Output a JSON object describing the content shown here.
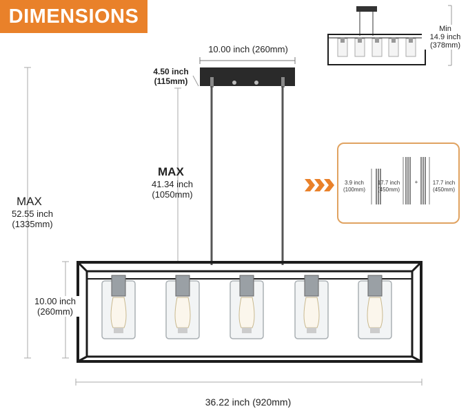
{
  "banner": {
    "title": "DIMENSIONS"
  },
  "colors": {
    "accent": "#e9812a",
    "frame": "#1c1c1c"
  },
  "dimensions": {
    "canopy_width": {
      "line1": "10.00 inch",
      "line2": "(260mm)",
      "combined": "10.00 inch (260mm)"
    },
    "canopy_height": {
      "line1": "4.50 inch",
      "line2": "(115mm)"
    },
    "rod_max": {
      "label": "MAX",
      "line1": "41.34 inch",
      "line2": "(1050mm)"
    },
    "overall_max": {
      "label": "MAX",
      "line1": "52.55 inch",
      "line2": "(1335mm)"
    },
    "fixture_height": {
      "line1": "10.00 inch",
      "line2": "(260mm)"
    },
    "fixture_length": {
      "text": "36.22 inch (920mm)"
    }
  },
  "min_inset": {
    "label": "Min",
    "line1": "14.9 inch",
    "line2": "(378mm)"
  },
  "rods_inset": {
    "items": [
      {
        "line1": "3.9 inch",
        "line2": "(100mm)"
      },
      {
        "line1": "17.7 inch",
        "line2": "(450mm)"
      },
      {
        "line1": "17.7 inch",
        "line2": "(450mm)"
      }
    ],
    "plus": "+"
  }
}
